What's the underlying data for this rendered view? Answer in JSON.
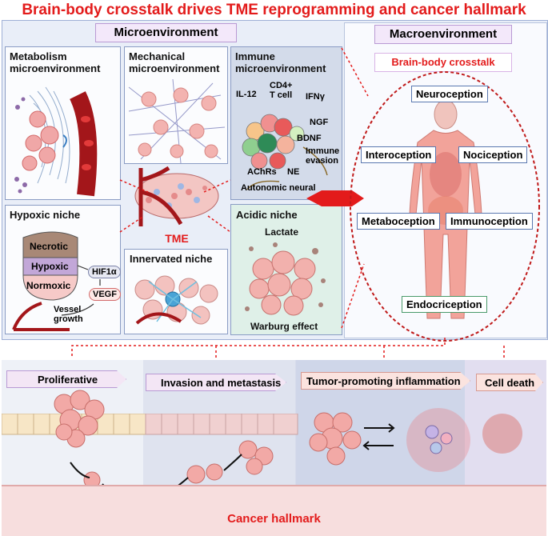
{
  "title": "Brain-body crosstalk drives TME reprogramming and cancer hallmark",
  "micro": {
    "header": "Microenvironment",
    "metabolism": "Metabolism microenvironment",
    "mechanical": "Mechanical microenvironment",
    "immune": {
      "title": "Immune microenvironment",
      "labels": [
        "IL-12",
        "CD4+",
        "T cell",
        "IFNγ",
        "NGF",
        "BDNF",
        "Immune",
        "evasion",
        "AChRs",
        "NE",
        "Autonomic neural"
      ]
    },
    "hypoxic": {
      "title": "Hypoxic niche",
      "labels": [
        "Necrotic",
        "Hypoxic",
        "Normoxic",
        "HIF1α",
        "VEGF",
        "Vessel",
        "growth"
      ]
    },
    "tme": "TME",
    "innervated": "Innervated niche",
    "acidic": {
      "title": "Acidic niche",
      "lactate": "Lactate",
      "warburg": "Warburg effect"
    }
  },
  "macro": {
    "header": "Macroenvironment",
    "crosstalk": "Brain-body  crosstalk",
    "items": [
      "Neuroception",
      "Interoception",
      "Nociception",
      "Metaboception",
      "Immunoception",
      "Endocriception"
    ]
  },
  "hallmarks": {
    "items": [
      "Proliferative",
      "Invasion and metastasis",
      "Tumor-promoting inflammation",
      "Cell death"
    ],
    "footer": "Cancer hallmark"
  },
  "colors": {
    "accent": "#e31b1b",
    "panel": "#dfe6f4",
    "header": "#f3e8fa"
  }
}
